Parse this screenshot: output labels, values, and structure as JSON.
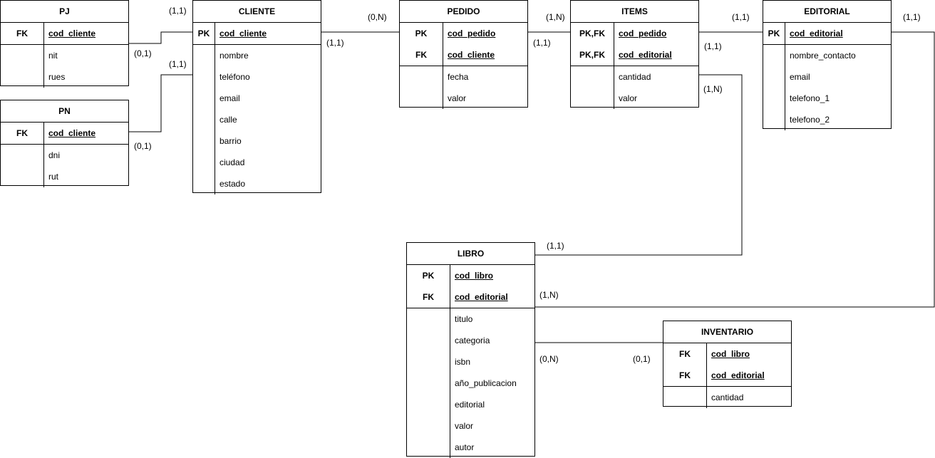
{
  "entities": {
    "pj": {
      "name": "PJ",
      "keys": [
        [
          "FK",
          "cod_cliente"
        ]
      ],
      "attrs": [
        "nit",
        "rues"
      ]
    },
    "pn": {
      "name": "PN",
      "keys": [
        [
          "FK",
          "cod_cliente"
        ]
      ],
      "attrs": [
        "dni",
        "rut"
      ]
    },
    "cliente": {
      "name": "CLIENTE",
      "keys": [
        [
          "PK",
          "cod_cliente"
        ]
      ],
      "attrs": [
        "nombre",
        "teléfono",
        "email",
        "calle",
        "barrio",
        "ciudad",
        "estado"
      ]
    },
    "pedido": {
      "name": "PEDIDO",
      "keys": [
        [
          "PK",
          "cod_pedido"
        ],
        [
          "FK",
          "cod_cliente"
        ]
      ],
      "attrs": [
        "fecha",
        "valor"
      ]
    },
    "items": {
      "name": "ITEMS",
      "keys": [
        [
          "PK,FK",
          "cod_pedido"
        ],
        [
          "PK,FK",
          "cod_editorial"
        ]
      ],
      "attrs": [
        "cantidad",
        "valor"
      ]
    },
    "editorial": {
      "name": "EDITORIAL",
      "keys": [
        [
          "PK",
          "cod_editorial"
        ]
      ],
      "attrs": [
        "nombre_contacto",
        "email",
        "telefono_1",
        "telefono_2"
      ]
    },
    "libro": {
      "name": "LIBRO",
      "keys": [
        [
          "PK",
          "cod_libro"
        ],
        [
          "FK",
          "cod_editorial"
        ]
      ],
      "attrs": [
        "titulo",
        "categoria",
        "isbn",
        "año_publicacion",
        "editorial",
        "valor",
        "autor"
      ]
    },
    "inventario": {
      "name": "INVENTARIO",
      "keys": [
        [
          "FK",
          "cod_libro"
        ],
        [
          "FK",
          "cod_editorial"
        ]
      ],
      "attrs": [
        "cantidad"
      ]
    }
  },
  "cardinalities": {
    "pj_cliente_top": "(1,1)",
    "pj_side": "(0,1)",
    "pn_cliente_top": "(1,1)",
    "pn_side": "(0,1)",
    "cliente_pedido_left": "(1,1)",
    "cliente_pedido_right": "(0,N)",
    "pedido_items_top": "(1,N)",
    "pedido_items_bottom": "(1,1)",
    "items_editorial_left": "(1,1)",
    "items_side": "(1,1)",
    "items_libro_side": "(1,N)",
    "editorial_side": "(1,1)",
    "libro_items": "(1,1)",
    "libro_editorial": "(1,N)",
    "libro_inventario": "(0,N)",
    "inventario_side": "(0,1)"
  }
}
